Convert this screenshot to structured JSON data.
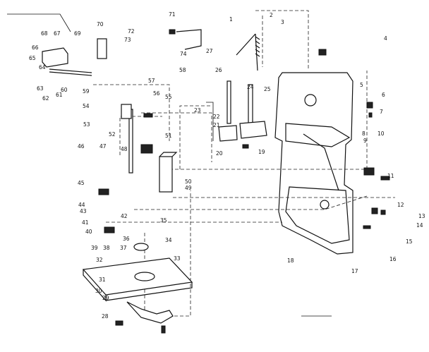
{
  "diagram": {
    "part_labels": [
      "1",
      "2",
      "3",
      "4",
      "5",
      "6",
      "7",
      "8",
      "9",
      "10",
      "11",
      "12",
      "13",
      "14",
      "15",
      "16",
      "17",
      "18",
      "19",
      "20",
      "21",
      "22",
      "23",
      "24",
      "25",
      "26",
      "27",
      "28",
      "29",
      "30",
      "31",
      "32",
      "33",
      "34",
      "35",
      "36",
      "37",
      "38",
      "39",
      "40",
      "41",
      "42",
      "43",
      "44",
      "45",
      "46",
      "47",
      "48",
      "49",
      "50",
      "51",
      "52",
      "53",
      "54",
      "55",
      "56",
      "57",
      "58",
      "59",
      "60",
      "61",
      "62",
      "63",
      "64",
      "65",
      "66",
      "67",
      "68",
      "69",
      "70",
      "71",
      "72",
      "73",
      "74"
    ]
  }
}
